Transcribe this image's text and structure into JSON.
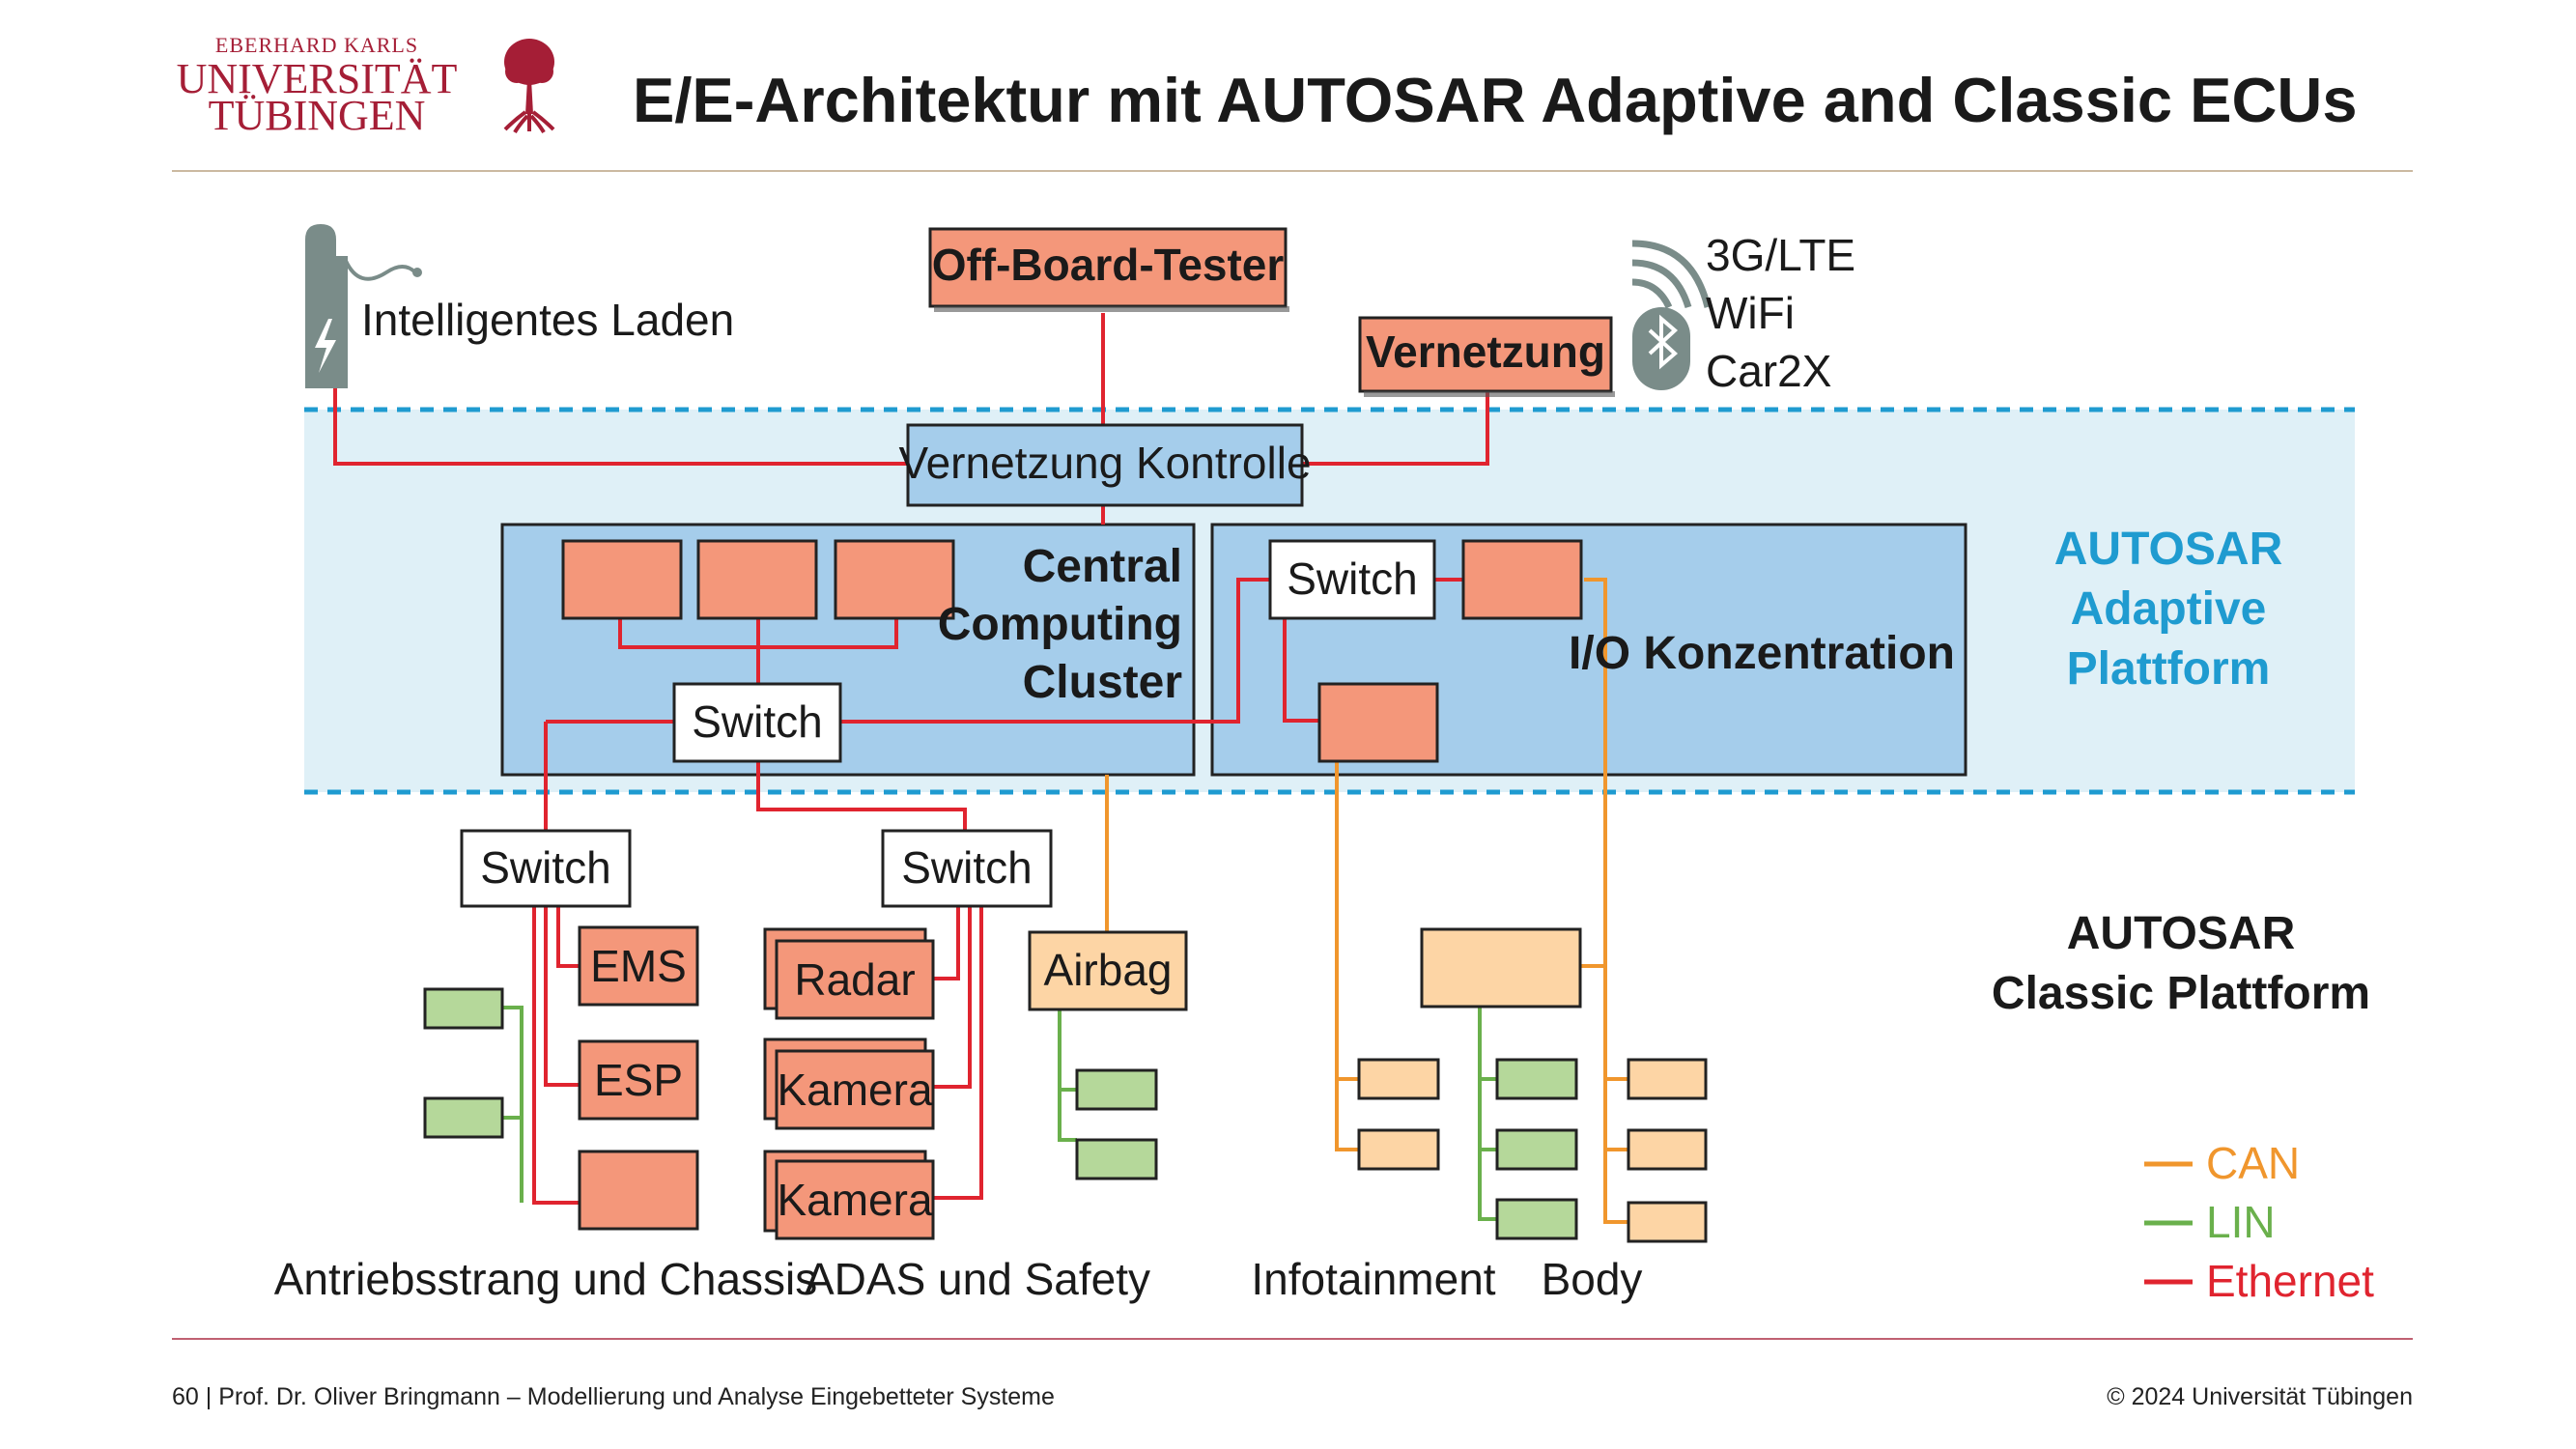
{
  "header": {
    "logo": {
      "line1": "EBERHARD KARLS",
      "line2": "UNIVERSITÄT",
      "line3": "TÜBINGEN"
    },
    "title": "E/E-Architektur mit AUTOSAR Adaptive and Classic ECUs"
  },
  "diagram": {
    "labels": {
      "offboard_tester": "Off-Board-Tester",
      "intelligentes_laden": "Intelligentes Laden",
      "vernetzung": "Vernetzung",
      "wireless_3g": "3G/LTE",
      "wireless_wifi": "WiFi",
      "wireless_car2x": "Car2X",
      "vernetzung_kontrolle": "Vernetzung Kontrolle",
      "central_line1": "Central",
      "central_line2": "Computing",
      "central_line3": "Cluster",
      "switch": "Switch",
      "io_konzentration": "I/O Konzentration",
      "adaptive_line1": "AUTOSAR",
      "adaptive_line2": "Adaptive",
      "adaptive_line3": "Plattform",
      "classic_line1": "AUTOSAR",
      "classic_line2": "Classic Plattform",
      "ems": "EMS",
      "esp": "ESP",
      "radar": "Radar",
      "kamera": "Kamera",
      "airbag": "Airbag",
      "group_antrieb": "Antriebsstrang und Chassis",
      "group_adas": "ADAS und Safety",
      "group_infotainment": "Infotainment",
      "group_body": "Body"
    },
    "legend": [
      {
        "label": "CAN",
        "color": "#f0962d"
      },
      {
        "label": "LIN",
        "color": "#6ab04c"
      },
      {
        "label": "Ethernet",
        "color": "#e0242f"
      }
    ],
    "colors": {
      "ecu_fill": "#f4977a",
      "classic_ecu_fill": "#fdd5a5",
      "lin_node_fill": "#b5d89a",
      "adaptive_band": "#dff0f7",
      "cluster_fill": "#a5cdeb",
      "adaptive_text": "#1f9bd0",
      "logo_red": "#a51e36"
    }
  },
  "footer": {
    "left": "60 | Prof. Dr. Oliver Bringmann – Modellierung und Analyse Eingebetteter Systeme",
    "right": "© 2024 Universität Tübingen"
  }
}
